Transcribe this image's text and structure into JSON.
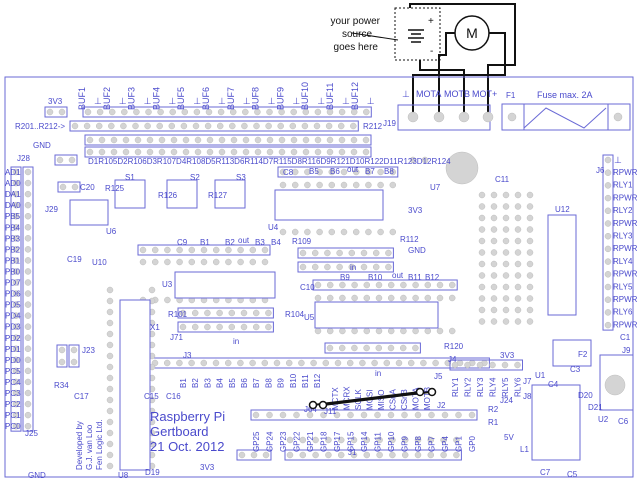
{
  "annotation": {
    "line1": "your power",
    "line2": "source",
    "line3": "goes here",
    "battery_plus": "+",
    "battery_minus": "-",
    "motor": "M"
  },
  "board": {
    "title_lines": [
      "Raspberry Pi",
      "Gertboard",
      "21 Oct. 2012"
    ],
    "developer_lines": [
      "Developed by",
      "G.J. van Loo",
      "Fen Logic Ltd."
    ],
    "buffers": [
      "BUF1",
      "BUF2",
      "BUF3",
      "BUF4",
      "BUF5",
      "BUF6",
      "BUF7",
      "BUF8",
      "BUF9",
      "BUF10",
      "BUF11",
      "BUF12"
    ],
    "resistor_row_label": "R201..R212->",
    "r212": "R212",
    "led_row": "D1R105D2R106D3R107D4R108D5R113D6R114D7R115D8R116D9R121D10R122D11R123D12R124",
    "left_pins": [
      "AD1",
      "AD0",
      "DA1",
      "DA0",
      "PB5",
      "PB4",
      "PB3",
      "PB2",
      "PB1",
      "PB0",
      "PD7",
      "PD6",
      "PD5",
      "PD4",
      "PD3",
      "PD2",
      "PD1",
      "PD0",
      "PC5",
      "PC4",
      "PC3",
      "PC2",
      "PC1",
      "PC0"
    ],
    "relay_pins": [
      "RPWR",
      "RLY1",
      "RPWR",
      "RLY2",
      "RPWR",
      "RLY3",
      "RPWR",
      "RLY4",
      "RPWR",
      "RLY5",
      "RPWR",
      "RLY6",
      "RPWR"
    ],
    "gpio_pins": [
      "GP25",
      "GP24",
      "GP23",
      "GP22",
      "GP21",
      "GP18",
      "GP17",
      "GP15",
      "GP14",
      "GP11",
      "GP10",
      "GP9",
      "GP8",
      "GP7",
      "GP4",
      "GP1",
      "GP0"
    ],
    "j3_pins": [
      "B1",
      "B2",
      "B3",
      "B4",
      "B5",
      "B6",
      "B7",
      "B8",
      "B9",
      "B10",
      "B11",
      "B12"
    ],
    "j4_pins": [
      "RLY1",
      "RLY2",
      "RLY3",
      "RLY4",
      "RLY5",
      "RLY6"
    ],
    "spi_pins": [
      "MCTX",
      "MCRX",
      "SCLK",
      "MOSI",
      "MISO",
      "CSnA",
      "CSnB",
      "MOTA",
      "MOTB"
    ],
    "motor_header": [
      "⊥",
      "MOTA",
      "MOTB",
      "MOT+"
    ],
    "fuse": "Fuse max. 2A",
    "labels": {
      "v3_top": "3V3",
      "gnd_left": "GND",
      "j28": "J28",
      "j29": "J29",
      "j25": "J25",
      "gnd_bottom": "GND",
      "j19": "J19",
      "f1": "F1",
      "u7": "U7",
      "c11": "C11",
      "j6": "J6",
      "c20": "C20",
      "r125": "R125",
      "s1": "S1",
      "s2": "S2",
      "s3": "S3",
      "r126": "R126",
      "r127": "R127",
      "u6": "U6",
      "c8": "C8",
      "u4": "U4",
      "out1": "out",
      "v3_mid": "3V3",
      "gnd_mid": "GND",
      "c9": "C9",
      "u3": "U3",
      "r109": "R109",
      "r112": "R112",
      "in1": "in",
      "out2": "out",
      "c10": "C10",
      "u5": "U5",
      "r101": "R101",
      "r104": "R104",
      "in2": "in",
      "out3": "out",
      "in3": "in",
      "u10": "U10",
      "c19": "C19",
      "j23": "J23",
      "r34": "R34",
      "c17": "C17",
      "x1": "X1",
      "j71": "J71",
      "j3": "J3",
      "c15": "C15",
      "c16": "C16",
      "u8": "U8",
      "d19": "D19",
      "v3_bottom": "3V3",
      "r120": "R120",
      "j4": "J4",
      "v3_right": "3V3",
      "u1": "U1",
      "f2": "F2",
      "c1": "C1",
      "j9": "J9",
      "c3": "C3",
      "c4": "C4",
      "j7": "J7",
      "j8": "J8",
      "j24": "J24",
      "d20": "D20",
      "d21": "D21",
      "u2": "U2",
      "c6": "C6",
      "r2": "R2",
      "r1": "R1",
      "v5": "5V",
      "l1": "L1",
      "c7": "C7",
      "c5": "C5",
      "j1": "J1",
      "j2": "J2",
      "j5": "J5",
      "j64": "J64",
      "j11": "J11",
      "u12": "U12",
      "b5": "B5",
      "b6": "B6",
      "b7": "B7",
      "b8": "B8",
      "b1": "B1",
      "b2": "B2",
      "b3": "B3",
      "b4": "B4",
      "b9": "B9",
      "b10": "B10",
      "b11": "B11",
      "b12": "B12"
    }
  },
  "colors": {
    "board_lines": "#6a6ad6",
    "text": "#4a4acc",
    "pads": "#d4d4d4",
    "wires": "#111111"
  }
}
